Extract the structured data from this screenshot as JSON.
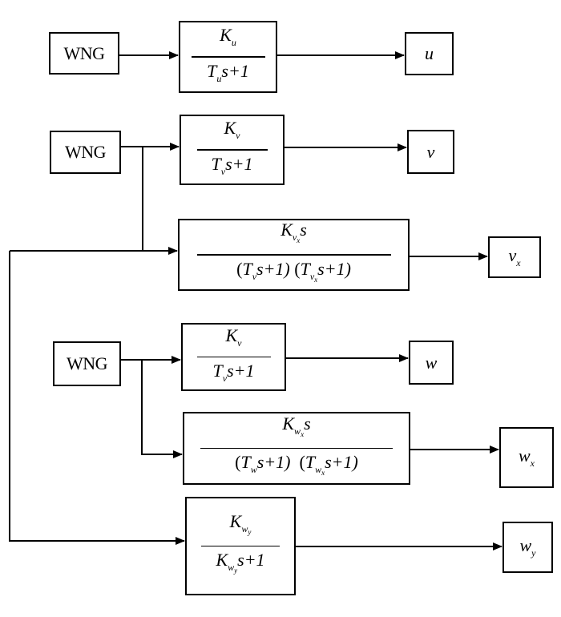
{
  "diagram": {
    "title": "",
    "sources": [
      {
        "id": "wng1",
        "label": "WNG"
      },
      {
        "id": "wng2",
        "label": "WNG"
      },
      {
        "id": "wng3",
        "label": "WNG"
      }
    ],
    "blocks": [
      {
        "id": "tf_u",
        "numerator": {
          "K": "K",
          "sub": "u"
        },
        "denominator": {
          "T": "T",
          "sub": "u",
          "rest": "s+1"
        }
      },
      {
        "id": "tf_v",
        "numerator": {
          "K": "K",
          "sub": "v"
        },
        "denominator": {
          "T": "T",
          "sub": "v",
          "rest": "s+1"
        }
      },
      {
        "id": "tf_vx",
        "numerator": {
          "K": "K",
          "sub": "v",
          "subsub": "x",
          "rest": "s"
        },
        "denominator": {
          "open1": "(",
          "T1": "T",
          "sub1": "v",
          "rest1": "s+1)",
          "open2": "(",
          "T2": "T",
          "sub2": "v",
          "subsub2": "x",
          "rest2": "s+1)"
        }
      },
      {
        "id": "tf_w",
        "numerator": {
          "K": "K",
          "sub": "v"
        },
        "denominator": {
          "T": "T",
          "sub": "v",
          "rest": "s+1"
        }
      },
      {
        "id": "tf_wx",
        "numerator": {
          "K": "K",
          "sub": "w",
          "subsub": "x",
          "rest": "s"
        },
        "denominator": {
          "open1": "(",
          "T1": "T",
          "sub1": "w",
          "rest1": "s+1)",
          "open2": "(",
          "T2": "T",
          "sub2": "w",
          "subsub2": "x",
          "rest2": "s+1)"
        }
      },
      {
        "id": "tf_wy",
        "numerator": {
          "K": "K",
          "sub": "w",
          "subsub": "y"
        },
        "denominator": {
          "K": "K",
          "sub": "w",
          "subsub": "y",
          "rest": "s+1"
        }
      }
    ],
    "outputs": [
      {
        "id": "out_u",
        "label": "u",
        "sub": ""
      },
      {
        "id": "out_v",
        "label": "v",
        "sub": ""
      },
      {
        "id": "out_vx",
        "label": "v",
        "sub": "x"
      },
      {
        "id": "out_w",
        "label": "w",
        "sub": ""
      },
      {
        "id": "out_wx",
        "label": "w",
        "sub": "x"
      },
      {
        "id": "out_wy",
        "label": "w",
        "sub": "y"
      }
    ],
    "connections": [
      {
        "from": "wng1",
        "to": "tf_u"
      },
      {
        "from": "tf_u",
        "to": "out_u"
      },
      {
        "from": "wng2",
        "to": "tf_v"
      },
      {
        "from": "wng2",
        "to": "tf_vx"
      },
      {
        "from": "tf_v",
        "to": "out_v"
      },
      {
        "from": "tf_vx",
        "to": "out_vx"
      },
      {
        "from": "wng2",
        "to": "tf_wy"
      },
      {
        "from": "wng3",
        "to": "tf_w"
      },
      {
        "from": "wng3",
        "to": "tf_wx"
      },
      {
        "from": "tf_w",
        "to": "out_w"
      },
      {
        "from": "tf_wx",
        "to": "out_wx"
      },
      {
        "from": "tf_wy",
        "to": "out_wy"
      }
    ]
  }
}
